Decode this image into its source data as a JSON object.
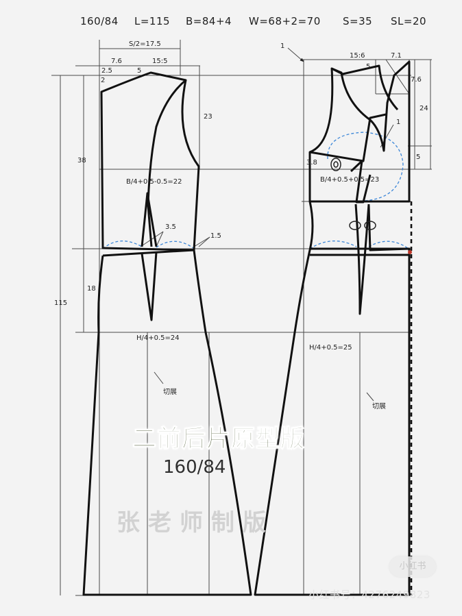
{
  "header": {
    "size": "160/84",
    "length": "L=115",
    "bust": "B=84+4",
    "waist": "W=68+2=70",
    "shoulder": "S=35",
    "sleeve": "SL=20"
  },
  "dims": {
    "s_half": "S/2=17.5",
    "d_7_6_left": "7.6",
    "d_15_5": "15:5",
    "d_2_5": "2.5",
    "d_5_left": "5",
    "d_2": "2",
    "d_23": "23",
    "d_38": "38",
    "bust_front": "B/4+0.5-0.5=22",
    "d_3_5": "3.5",
    "d_1_5": "1.5",
    "d_18": "18",
    "d_115": "115",
    "hip_front": "H/4+0.5=24",
    "cut_front": "切展",
    "d_1_top": "1",
    "d_15_6": "15:6",
    "d_7_1": "7.1",
    "d_5_back": "5",
    "d_7_6_right": "7.6",
    "d_24": "24",
    "d_1_right": "1",
    "d_5_right": "5",
    "d_3_8": "3.8",
    "bust_back": "B/4+0.5+0.5=23",
    "hip_back": "H/4+0.5=25",
    "cut_back": "切展"
  },
  "title": "二前后片原型版",
  "subtitle": "160/84",
  "watermark": "张老师制版",
  "source": {
    "badge": "小红书",
    "id": "小红书号：4276249823"
  },
  "colors": {
    "outline": "#111111",
    "guide": "#4a4a4a",
    "dash_blue": "#3b86d8",
    "dash_black": "#111111",
    "marker_red": "#c0392b",
    "title_green": "#4d5a35"
  }
}
